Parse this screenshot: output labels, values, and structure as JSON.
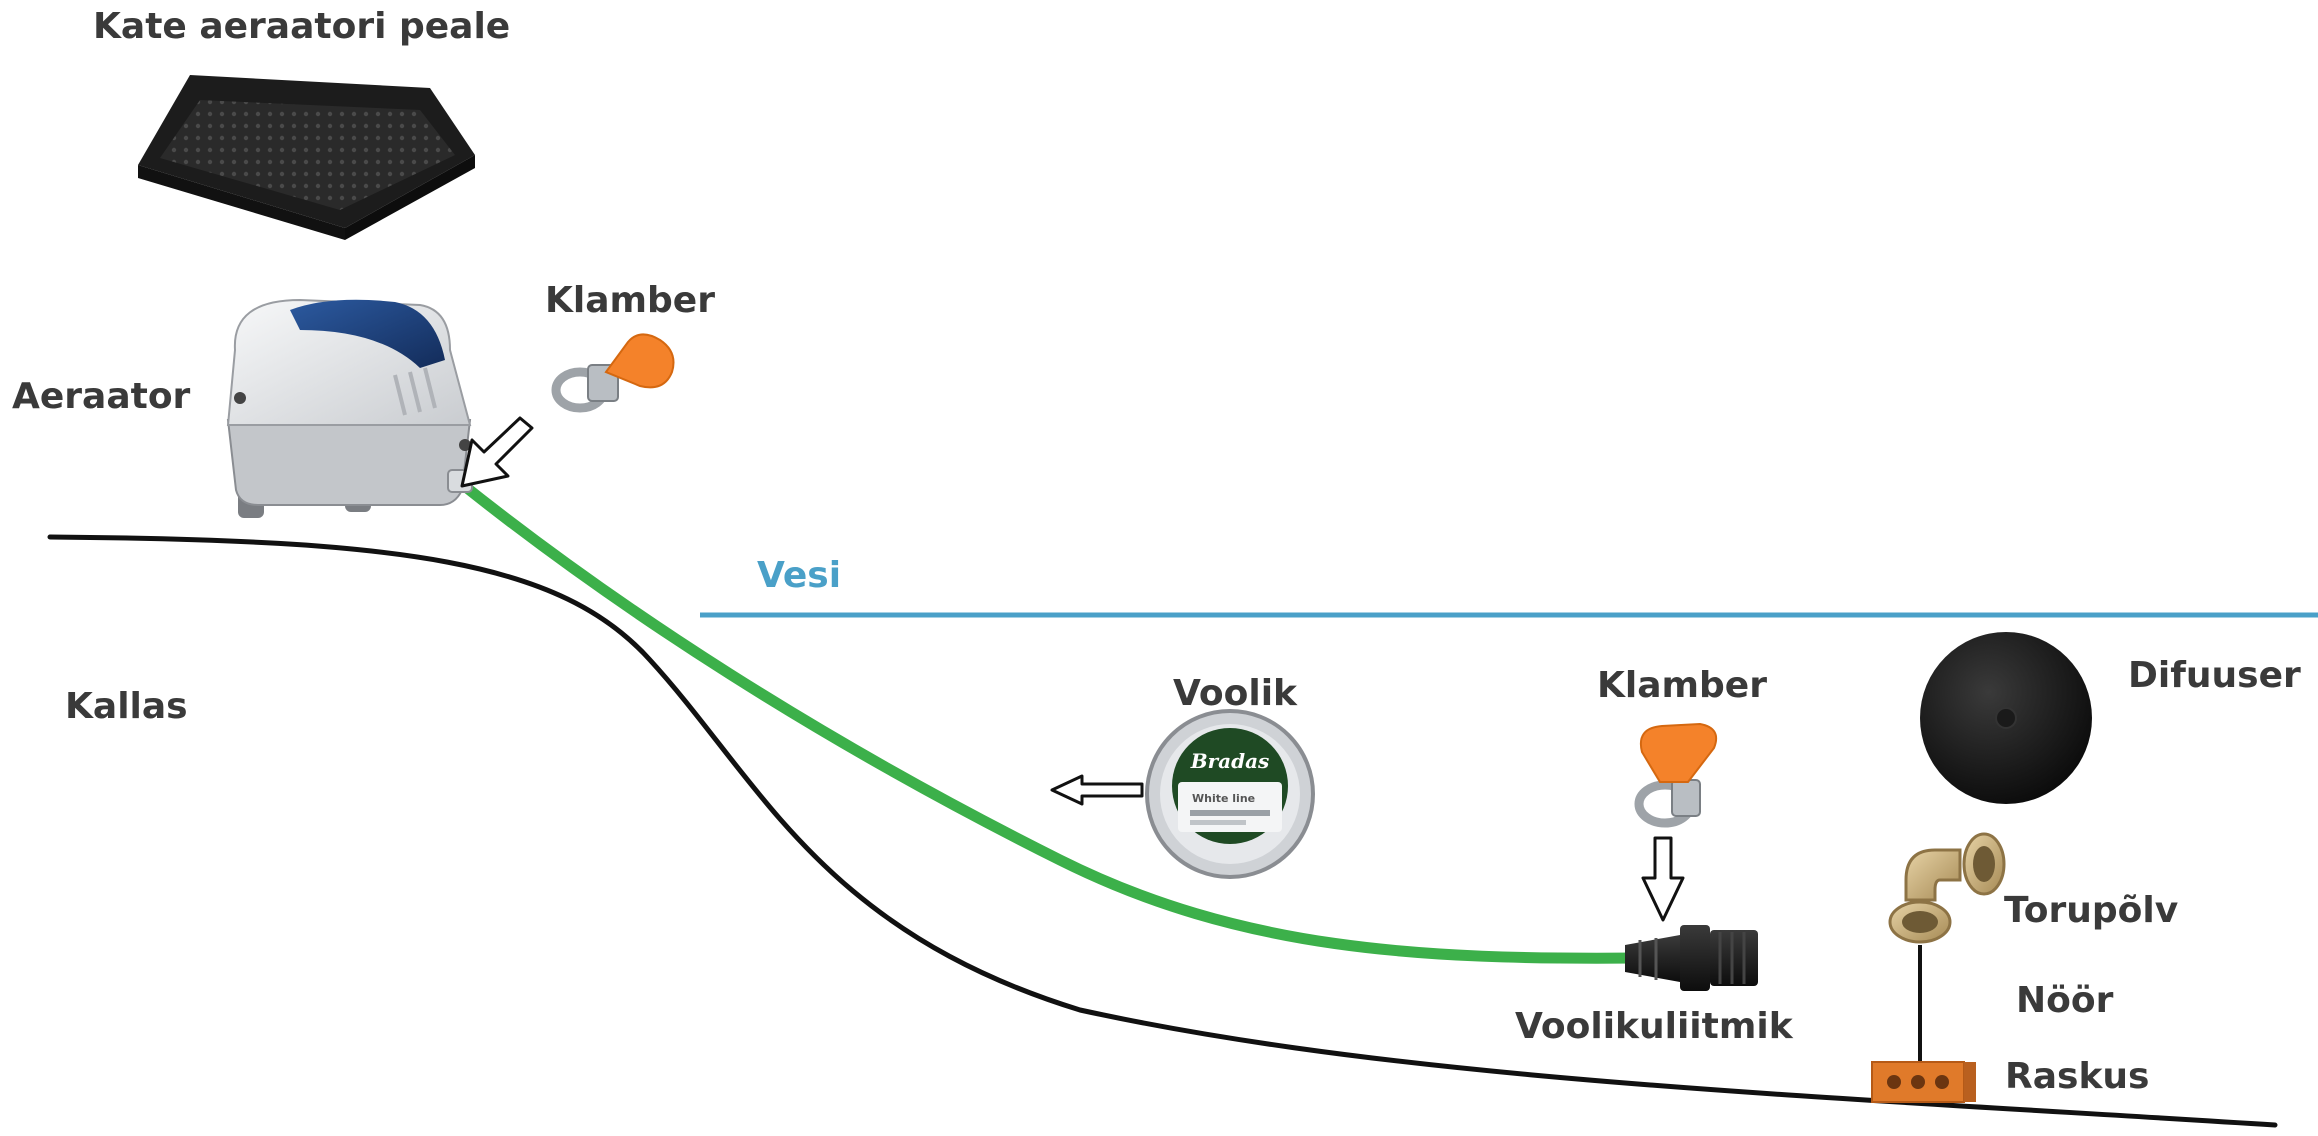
{
  "labels": {
    "cover": "Kate aeraatori peale",
    "aerator": "Aeraator",
    "clamp_top": "Klamber",
    "water": "Vesi",
    "shore": "Kallas",
    "hose": "Voolik",
    "clamp_bottom": "Klamber",
    "diffuser": "Difuuser",
    "elbow": "Torupõlv",
    "connector": "Voolikuliitmik",
    "rope": "Nöör",
    "weight": "Raskus"
  },
  "hose_reel": {
    "brand": "Bradas",
    "product_line": "White line"
  },
  "colors": {
    "hose": "#3cb04a",
    "water": "#4aa0c8",
    "shore_line": "#111111",
    "clamp_handle": "#f4822a",
    "weight_block": "#e07a2a",
    "label_text": "#3a3a3a",
    "aerator_body": "#e6e8ea",
    "aerator_top": "#1c3f7a",
    "diffuser": "#151515",
    "elbow": "#c9ad7a"
  },
  "icons": [
    "aerator-cover-icon",
    "aerator-pump-icon",
    "hose-clamp-icon",
    "hose-reel-icon",
    "hose-connector-icon",
    "diffuser-disc-icon",
    "pipe-elbow-icon",
    "weight-block-icon",
    "arrow-icon"
  ]
}
